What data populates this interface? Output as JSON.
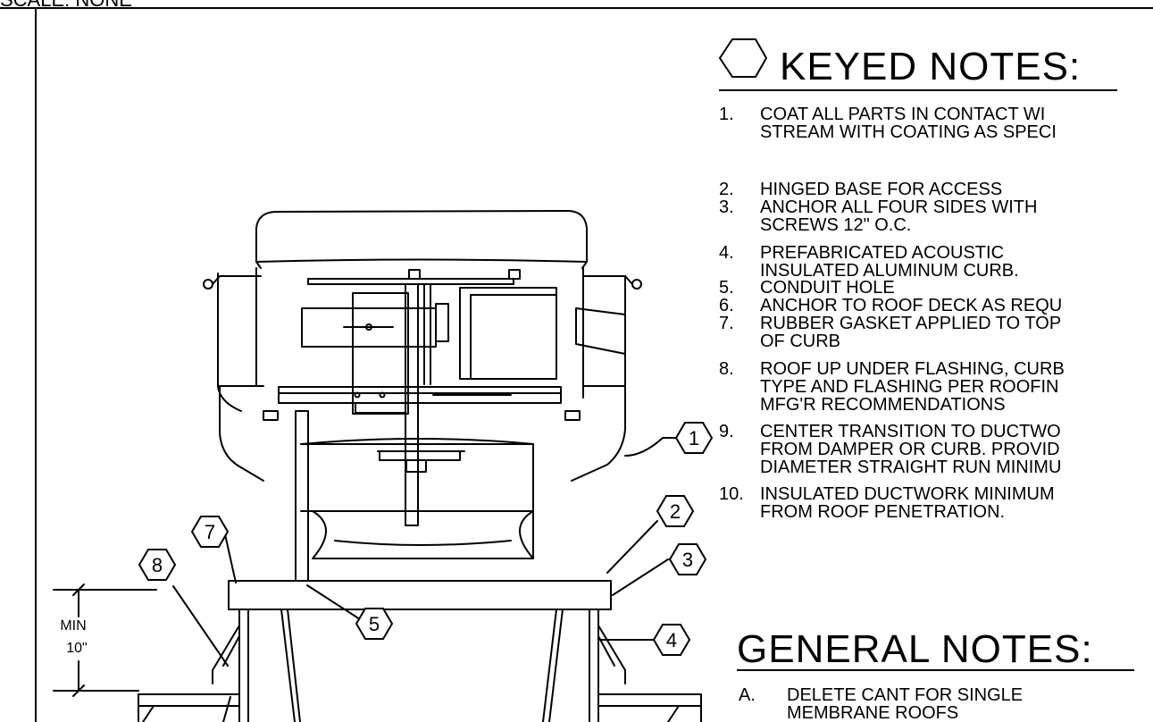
{
  "sheet": {
    "scale_label": "SCALE: NONE"
  },
  "keyed_notes": {
    "title": "KEYED NOTES:",
    "items": [
      {
        "num": "1.",
        "lines": [
          "COAT ALL PARTS IN CONTACT  WI",
          "STREAM WITH COATING AS SPECI"
        ]
      },
      {
        "num": "2.",
        "lines": [
          "HINGED BASE FOR ACCESS"
        ]
      },
      {
        "num": "3.",
        "lines": [
          "ANCHOR ALL FOUR SIDES WITH",
          "SCREWS 12\" O.C."
        ]
      },
      {
        "num": "4.",
        "lines": [
          "PREFABRICATED ACOUSTIC",
          "INSULATED ALUMINUM CURB."
        ]
      },
      {
        "num": "5.",
        "lines": [
          "CONDUIT HOLE"
        ]
      },
      {
        "num": "6.",
        "lines": [
          "ANCHOR TO ROOF DECK AS REQU"
        ]
      },
      {
        "num": "7.",
        "lines": [
          "RUBBER GASKET APPLIED TO TOP",
          "OF CURB"
        ]
      },
      {
        "num": "8.",
        "lines": [
          "ROOF UP UNDER FLASHING, CURB",
          "TYPE AND FLASHING PER ROOFIN",
          "MFG'R  RECOMMENDATIONS"
        ]
      },
      {
        "num": "9.",
        "lines": [
          "CENTER TRANSITION TO DUCTWO",
          "FROM DAMPER OR CURB. PROVID",
          "DIAMETER STRAIGHT RUN MINIMU"
        ]
      },
      {
        "num": "10.",
        "lines": [
          "INSULATED DUCTWORK MINIMUM",
          "FROM ROOF PENETRATION."
        ]
      }
    ]
  },
  "general_notes": {
    "title": "GENERAL NOTES:",
    "items": [
      {
        "num": "A.",
        "lines": [
          "DELETE CANT FOR SINGLE",
          "MEMBRANE ROOFS"
        ]
      }
    ]
  },
  "drawing": {
    "callouts": [
      "1",
      "2",
      "3",
      "4",
      "5",
      "7",
      "8"
    ],
    "dimension": {
      "line1": "MIN",
      "line2": "10\""
    }
  }
}
